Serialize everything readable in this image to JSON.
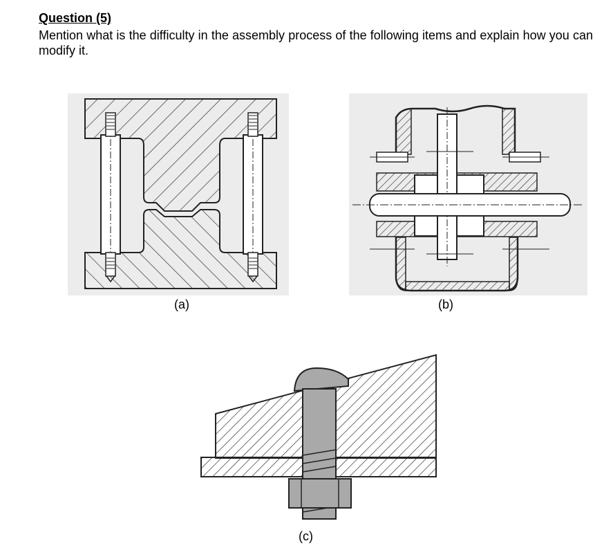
{
  "question": {
    "heading": "Question (5)",
    "text": "Mention what is the difficulty in the assembly process of the following items and explain how you can modify it."
  },
  "figures": [
    {
      "id": "a",
      "caption": "(a)"
    },
    {
      "id": "b",
      "caption": "(b)"
    },
    {
      "id": "c",
      "caption": "(c)"
    }
  ],
  "colors": {
    "line": "#222222",
    "bolt": "#a9a9a9",
    "hatch": "#333333",
    "scan_bg": "#e9e9e9"
  }
}
